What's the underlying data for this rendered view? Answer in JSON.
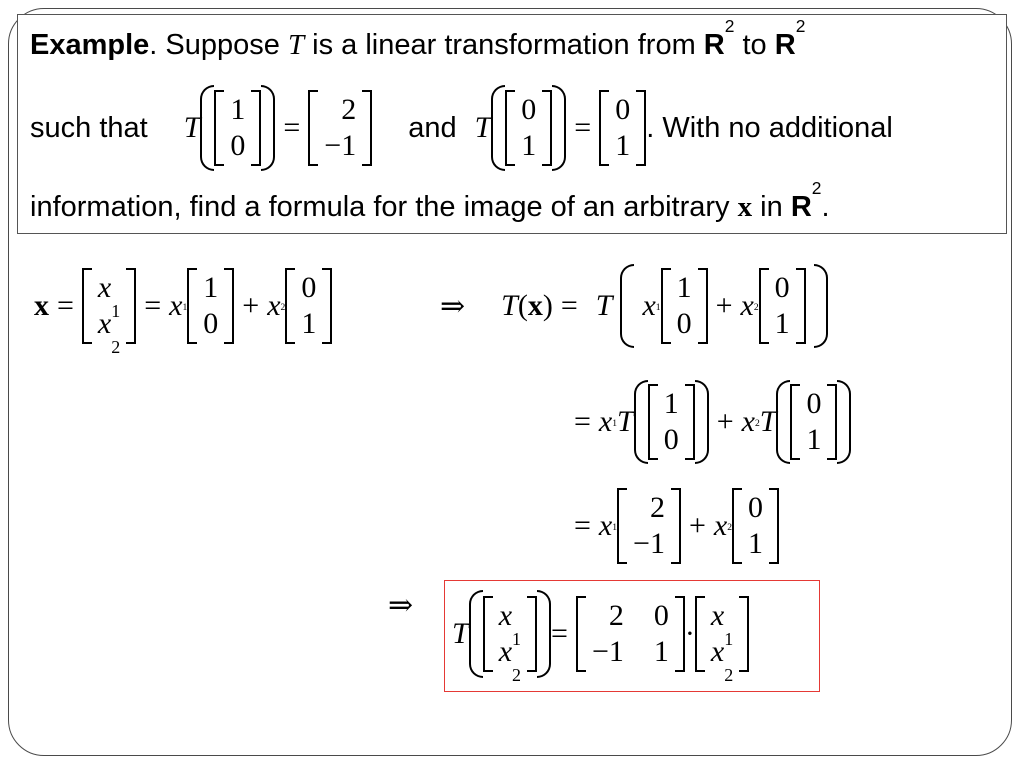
{
  "problem": {
    "label": "Example",
    "line1": {
      "t1": ". Suppose ",
      "T": "T",
      "t2": " is a linear transformation from ",
      "R": "R",
      "exp": "2",
      "t3": " to "
    },
    "line2": {
      "such_that": "such that",
      "and": "and",
      "with_no": ". With no additional"
    },
    "line3": {
      "t1": "information, find a formula for the image of an arbitrary ",
      "x": "x",
      "t2": " in ",
      "R": "R",
      "exp": "2",
      "end": "."
    }
  },
  "math": {
    "T": "T",
    "x_bold": "x",
    "x": "x",
    "one_sub": "1",
    "two_sub": "2",
    "eq": "=",
    "plus": "+",
    "implies": "⇒",
    "dot": "·",
    "v_e1": [
      "1",
      "0"
    ],
    "v_e2": [
      "0",
      "1"
    ],
    "T_e1": [
      "2",
      "−1"
    ],
    "T_e2": [
      "0",
      "1"
    ],
    "matrix": {
      "row1": [
        "2",
        "0"
      ],
      "row2": [
        "−1",
        "1"
      ]
    },
    "lparen": "(",
    "rparen": ")"
  }
}
